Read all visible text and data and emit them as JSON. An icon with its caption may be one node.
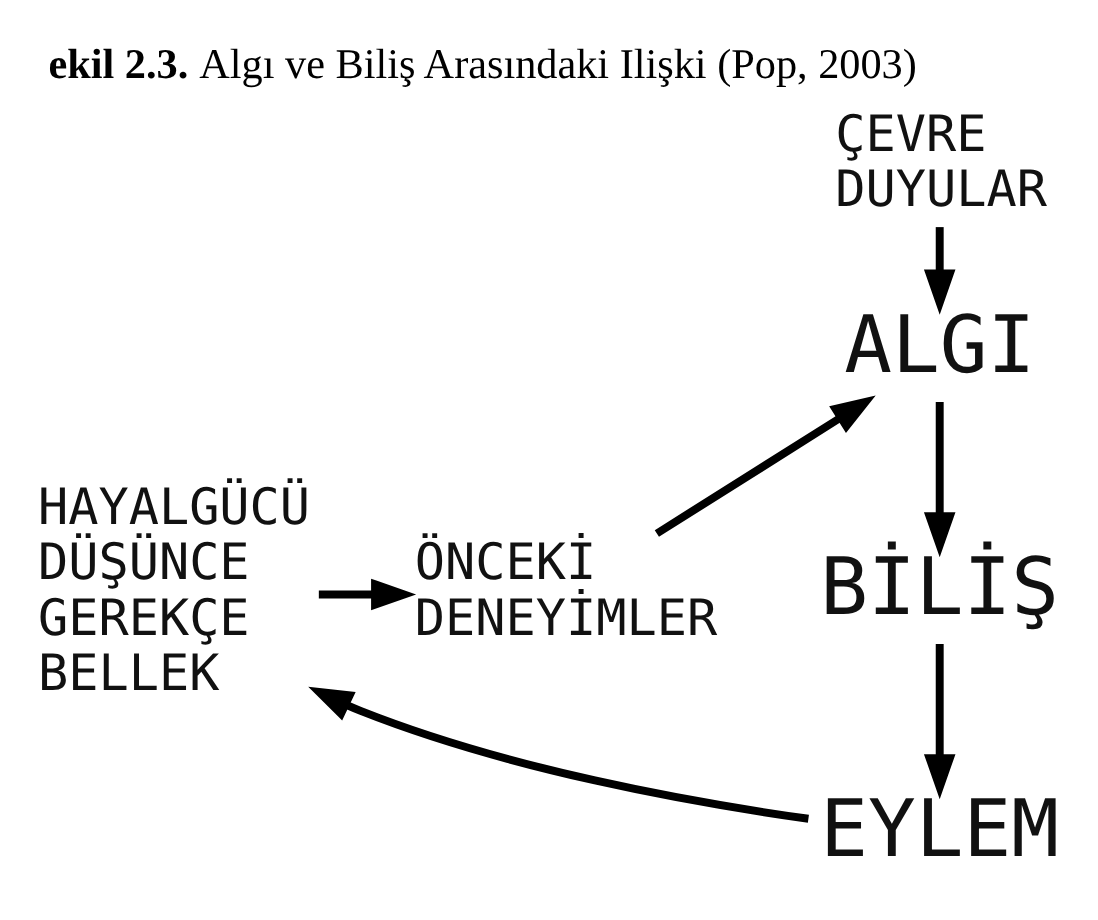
{
  "diagram": {
    "title": "**ekil 2.3.** Algı ve Biliş Arasındaki Ilişki (Pop, 2003)",
    "nodes": [
      {
        "text": [
          "ÇEVRE DUYULAR"
        ]
      },
      {
        "text": [
          "ALGI"
        ]
      },
      {
        "text": [
          "HAYALGÜCÜ DÜŞÜNCE GEREKÇE BELLEK"
        ]
      },
      {
        "text": [
          "ÖNCEKİ DENEYİMLER"
        ]
      },
      {
        "text": [
          "BİLİŞ"
        ]
      },
      {
        "text": [
          "EYLEM"
        ]
      }
    ],
    "edges": [
      {
        "from": 0,
        "to": 1,
        "arrow": "to"
      },
      {
        "from": 1,
        "to": 4,
        "arrow": "to"
      },
      {
        "from": 4,
        "to": 5,
        "arrow": "to"
      },
      {
        "from": 5,
        "to": 2,
        "arrow": "to"
      },
      {
        "from": 2,
        "to": 3,
        "arrow": "to"
      },
      {
        "from": 3,
        "to": 1,
        "arrow": "to"
      }
    ]
  }
}
